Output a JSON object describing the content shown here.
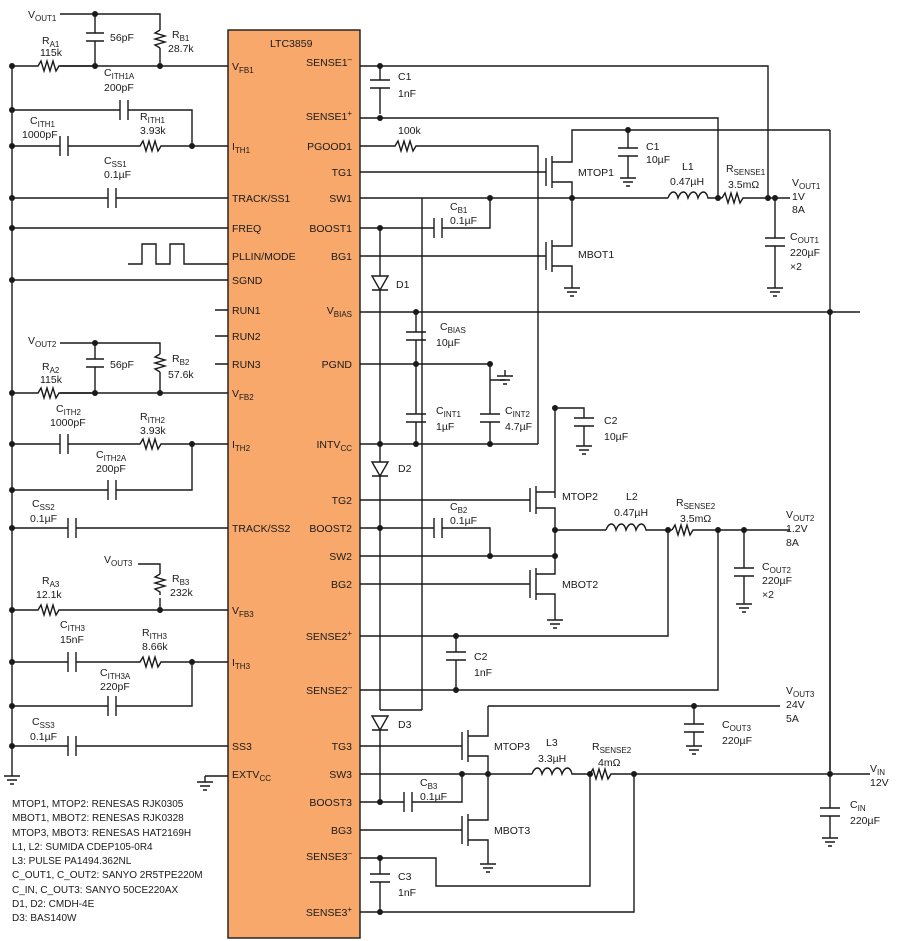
{
  "ic": {
    "part": "LTC3859"
  },
  "pins_left": [
    {
      "id": "vfb1",
      "label": "V",
      "sub": "FB1"
    },
    {
      "id": "ith1",
      "label": "I",
      "sub": "TH1"
    },
    {
      "id": "trackss1",
      "label": "TRACK/SS1",
      "sub": ""
    },
    {
      "id": "freq",
      "label": "FREQ",
      "sub": ""
    },
    {
      "id": "pllin",
      "label": "PLLIN/MODE",
      "sub": ""
    },
    {
      "id": "sgnd",
      "label": "SGND",
      "sub": ""
    },
    {
      "id": "run1",
      "label": "RUN1",
      "sub": ""
    },
    {
      "id": "run2",
      "label": "RUN2",
      "sub": ""
    },
    {
      "id": "run3",
      "label": "RUN3",
      "sub": ""
    },
    {
      "id": "vfb2",
      "label": "V",
      "sub": "FB2"
    },
    {
      "id": "ith2",
      "label": "I",
      "sub": "TH2"
    },
    {
      "id": "trackss2",
      "label": "TRACK/SS2",
      "sub": ""
    },
    {
      "id": "vfb3",
      "label": "V",
      "sub": "FB3"
    },
    {
      "id": "ith3",
      "label": "I",
      "sub": "TH3"
    },
    {
      "id": "ss3",
      "label": "SS3",
      "sub": ""
    },
    {
      "id": "extvcc",
      "label": "EXTV",
      "sub": "CC"
    }
  ],
  "pins_right": [
    {
      "id": "sense1m",
      "label": "SENSE1",
      "sup": "–"
    },
    {
      "id": "sense1p",
      "label": "SENSE1",
      "sup": "+"
    },
    {
      "id": "pgood1",
      "label": "PGOOD1",
      "sup": ""
    },
    {
      "id": "tg1",
      "label": "TG1",
      "sup": ""
    },
    {
      "id": "sw1",
      "label": "SW1",
      "sup": ""
    },
    {
      "id": "boost1",
      "label": "BOOST1",
      "sup": ""
    },
    {
      "id": "bg1",
      "label": "BG1",
      "sup": ""
    },
    {
      "id": "vbias",
      "label": "V",
      "sub": "BIAS"
    },
    {
      "id": "pgnd",
      "label": "PGND",
      "sup": ""
    },
    {
      "id": "intvcc",
      "label": "INTV",
      "sub": "CC"
    },
    {
      "id": "tg2",
      "label": "TG2",
      "sup": ""
    },
    {
      "id": "boost2",
      "label": "BOOST2",
      "sup": ""
    },
    {
      "id": "sw2",
      "label": "SW2",
      "sup": ""
    },
    {
      "id": "bg2",
      "label": "BG2",
      "sup": ""
    },
    {
      "id": "sense2p",
      "label": "SENSE2",
      "sup": "+"
    },
    {
      "id": "sense2m",
      "label": "SENSE2",
      "sup": "–"
    },
    {
      "id": "tg3",
      "label": "TG3",
      "sup": ""
    },
    {
      "id": "sw3",
      "label": "SW3",
      "sup": ""
    },
    {
      "id": "boost3",
      "label": "BOOST3",
      "sup": ""
    },
    {
      "id": "bg3",
      "label": "BG3",
      "sup": ""
    },
    {
      "id": "sense3m",
      "label": "SENSE3",
      "sup": "–"
    },
    {
      "id": "sense3p",
      "label": "SENSE3",
      "sup": "+"
    }
  ],
  "components": {
    "vout1_net": {
      "label": "V",
      "sub": "OUT1"
    },
    "c_56p_1": {
      "value": "56pF"
    },
    "ra1": {
      "label": "R",
      "sub": "A1",
      "value": "115k"
    },
    "rb1": {
      "label": "R",
      "sub": "B1",
      "value": "28.7k"
    },
    "cith1a": {
      "label": "C",
      "sub": "ITH1A",
      "value": "200pF"
    },
    "cith1": {
      "label": "C",
      "sub": "ITH1",
      "value": "1000pF"
    },
    "rith1": {
      "label": "R",
      "sub": "ITH1",
      "value": "3.93k"
    },
    "css1": {
      "label": "C",
      "sub": "SS1",
      "value": "0.1µF"
    },
    "vout2_net": {
      "label": "V",
      "sub": "OUT2"
    },
    "c_56p_2": {
      "value": "56pF"
    },
    "ra2": {
      "label": "R",
      "sub": "A2",
      "value": "115k"
    },
    "rb2": {
      "label": "R",
      "sub": "B2",
      "value": "57.6k"
    },
    "cith2": {
      "label": "C",
      "sub": "ITH2",
      "value": "1000pF"
    },
    "rith2": {
      "label": "R",
      "sub": "ITH2",
      "value": "3.93k"
    },
    "cith2a": {
      "label": "C",
      "sub": "ITH2A",
      "value": "200pF"
    },
    "css2": {
      "label": "C",
      "sub": "SS2",
      "value": "0.1µF"
    },
    "vout3_net": {
      "label": "V",
      "sub": "OUT3"
    },
    "ra3": {
      "label": "R",
      "sub": "A3",
      "value": "12.1k"
    },
    "rb3": {
      "label": "R",
      "sub": "B3",
      "value": "232k"
    },
    "cith3": {
      "label": "C",
      "sub": "ITH3",
      "value": "15nF"
    },
    "rith3": {
      "label": "R",
      "sub": "ITH3",
      "value": "8.66k"
    },
    "cith3a": {
      "label": "C",
      "sub": "ITH3A",
      "value": "220pF"
    },
    "css3": {
      "label": "C",
      "sub": "SS3",
      "value": "0.1µF"
    },
    "c1_sense": {
      "label": "C1",
      "value": "1nF"
    },
    "r_100k": {
      "value": "100k"
    },
    "c1_in": {
      "label": "C1",
      "value": "10µF"
    },
    "mtop1": {
      "label": "MTOP1"
    },
    "mbot1": {
      "label": "MBOT1"
    },
    "cb1": {
      "label": "C",
      "sub": "B1",
      "value": "0.1µF"
    },
    "d1": {
      "label": "D1"
    },
    "l1": {
      "label": "L1",
      "value": "0.47µH"
    },
    "rsense1": {
      "label": "R",
      "sub": "SENSE1",
      "value": "3.5mΩ"
    },
    "vout1_spec": {
      "label": "V",
      "sub": "OUT1",
      "v": "1V",
      "i": "8A"
    },
    "cout1": {
      "label": "C",
      "sub": "OUT1",
      "value": "220µF",
      "mult": "×2"
    },
    "cbias": {
      "label": "C",
      "sub": "BIAS",
      "value": "10µF"
    },
    "cint1": {
      "label": "C",
      "sub": "INT1",
      "value": "1µF"
    },
    "cint2": {
      "label": "C",
      "sub": "INT2",
      "value": "4.7µF"
    },
    "c2_in": {
      "label": "C2",
      "value": "10µF"
    },
    "d2": {
      "label": "D2"
    },
    "mtop2": {
      "label": "MTOP2"
    },
    "mbot2": {
      "label": "MBOT2"
    },
    "cb2": {
      "label": "C",
      "sub": "B2",
      "value": "0.1µF"
    },
    "l2": {
      "label": "L2",
      "value": "0.47µH"
    },
    "rsense2a": {
      "label": "R",
      "sub": "SENSE2",
      "value": "3.5mΩ"
    },
    "vout2_spec": {
      "label": "V",
      "sub": "OUT2",
      "v": "1.2V",
      "i": "8A"
    },
    "cout2": {
      "label": "C",
      "sub": "OUT2",
      "value": "220µF",
      "mult": "×2"
    },
    "c2_sense": {
      "label": "C2",
      "value": "1nF"
    },
    "d3": {
      "label": "D3"
    },
    "vout3_spec": {
      "label": "V",
      "sub": "OUT3",
      "v": "24V",
      "i": "5A"
    },
    "cout3": {
      "label": "C",
      "sub": "OUT3",
      "value": "220µF"
    },
    "mtop3": {
      "label": "MTOP3"
    },
    "mbot3": {
      "label": "MBOT3"
    },
    "l3": {
      "label": "L3",
      "value": "3.3µH"
    },
    "rsense3": {
      "label": "R",
      "sub": "SENSE2",
      "value": "4mΩ"
    },
    "vin": {
      "label": "V",
      "sub": "IN",
      "v": "12V"
    },
    "cin": {
      "label": "C",
      "sub": "IN",
      "value": "220µF"
    },
    "cb3": {
      "label": "C",
      "sub": "B3",
      "value": "0.1µF"
    },
    "c3_sense": {
      "label": "C3",
      "value": "1nF"
    }
  },
  "notes": [
    "MTOP1, MTOP2: RENESAS RJK0305",
    "MBOT1, MBOT2: RENESAS RJK0328",
    "MTOP3, MBOT3: RENESAS HAT2169H",
    "L1, L2: SUMIDA CDEP105-0R4",
    "L3: PULSE PA1494.362NL",
    "C_OUT1, C_OUT2: SANYO 2R5TPE220M",
    "C_IN, C_OUT3: SANYO 50CE220AX",
    "D1, D2: CMDH-4E",
    "D3: BAS140W"
  ]
}
